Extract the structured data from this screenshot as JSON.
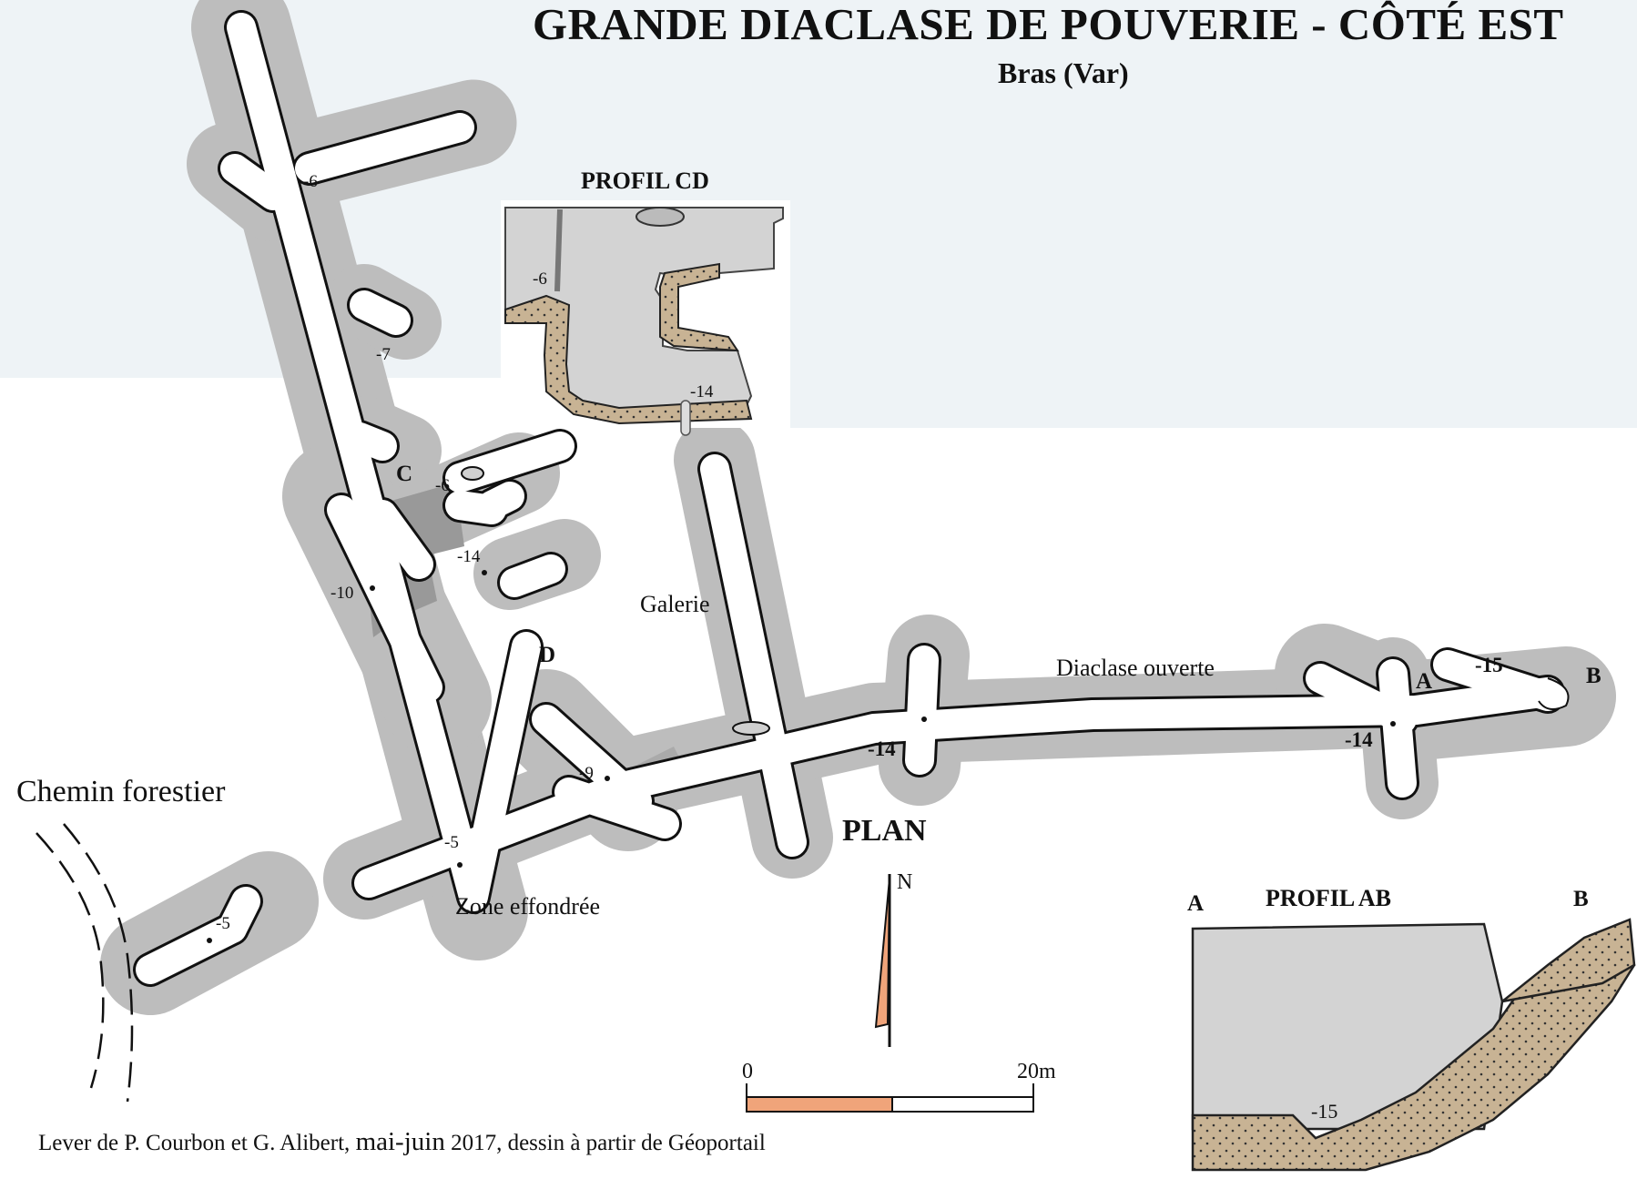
{
  "header": {
    "title": "GRANDE DIACLASE DE POUVERIE - CÔTÉ EST",
    "subtitle": "Bras (Var)"
  },
  "profil_cd": {
    "title": "PROFIL CD",
    "depth_top": "-6",
    "depth_bottom": "-14"
  },
  "plan": {
    "title": "PLAN",
    "labels": {
      "chemin": "Chemin forestier",
      "galerie": "Galerie",
      "diaclase": "Diaclase ouverte",
      "zone": "Zone effondrée"
    },
    "stations": {
      "c": "C",
      "d": "D",
      "a": "A",
      "b": "B"
    },
    "depths": {
      "n1": "-6",
      "n2": "-7",
      "n3": "-6",
      "n4": "-14",
      "n5": "-10",
      "n6": "-9",
      "n7": "-5",
      "n8": "-5",
      "n9": "-14",
      "n10": "-14",
      "n11": "-15"
    },
    "north": "N",
    "scale": {
      "start": "0",
      "end": "20m"
    }
  },
  "profil_ab": {
    "title": "PROFIL AB",
    "label_a": "A",
    "label_b": "B",
    "depth": "-15"
  },
  "credit": {
    "part1": "Lever de P. Courbon et G. Alibert, ",
    "part2": "mai-juin",
    "part3": "  2017, dessin à partir de Géoportail"
  },
  "colors": {
    "halo": "#bdbdbd",
    "passage": "#ffffff",
    "profile_fill": "#d3d3d3",
    "sediment": "#c8b394",
    "north_arrow": "#f0a47a",
    "scale_bar": "#f0a47a"
  }
}
